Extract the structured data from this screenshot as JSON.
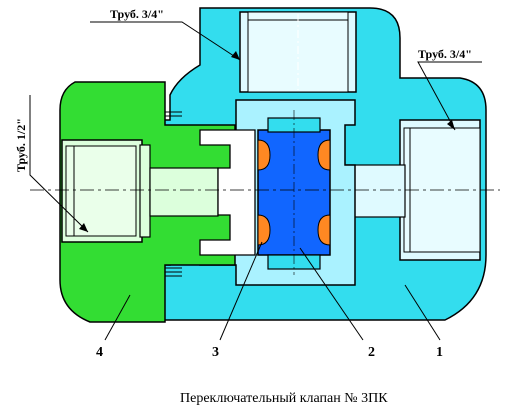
{
  "labels": {
    "pipe_top": "Труб. 3/4\"",
    "pipe_right": "Труб. 3/4\"",
    "pipe_left": "Труб. 1/2\""
  },
  "parts": {
    "p1": "1",
    "p2": "2",
    "p3": "3",
    "p4": "4"
  },
  "caption": "Переключательный клапан № 3ПК",
  "colors": {
    "body": "#33ddee",
    "body_light": "#aaf2ff",
    "fitting": "#33dd33",
    "valve": "#1166ff",
    "seal": "#ff8822",
    "outline": "#000000"
  }
}
